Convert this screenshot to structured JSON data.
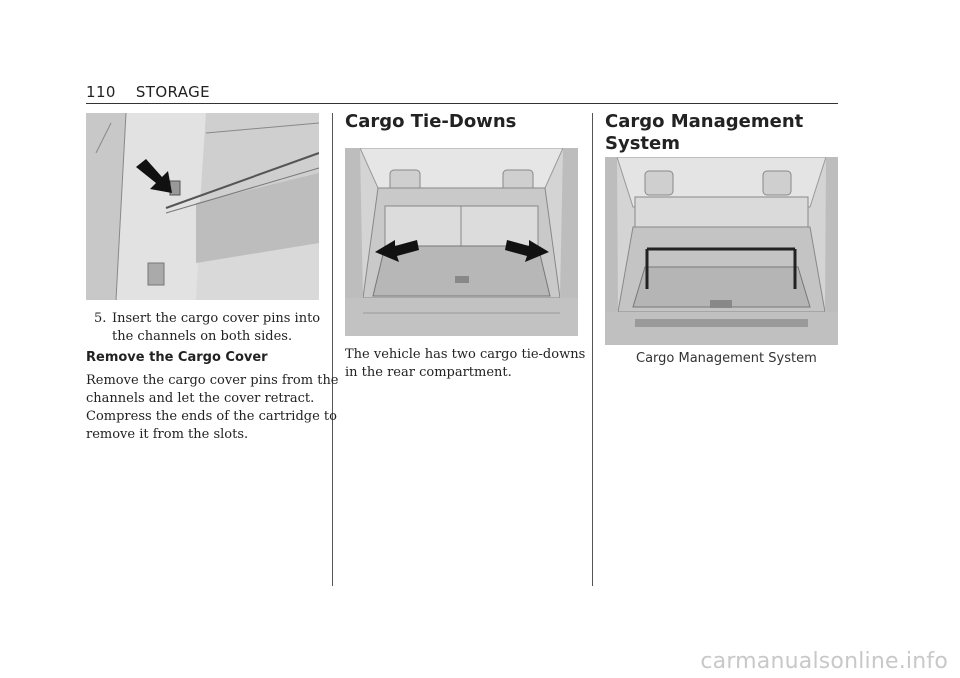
{
  "header": {
    "page_number": "110",
    "section": "STORAGE"
  },
  "left_column": {
    "step_number": "5.",
    "step_text_line1": "Insert the cargo cover pins into",
    "step_text_line2": "the channels on both sides.",
    "subheading": "Remove the Cargo Cover",
    "paragraph_lines": [
      "Remove the cargo cover pins from the",
      "channels and let the cover retract.",
      "Compress the ends of the cartridge to",
      "remove it from the slots."
    ]
  },
  "middle_column": {
    "title": "Cargo Tie-Downs",
    "paragraph_lines": [
      "The vehicle has two cargo tie-downs",
      "in the rear compartment."
    ]
  },
  "right_column": {
    "title_line1": "Cargo Management",
    "title_line2": "System",
    "caption": "Cargo Management System"
  },
  "footer": {
    "watermark": "carmanualsonline.info"
  }
}
